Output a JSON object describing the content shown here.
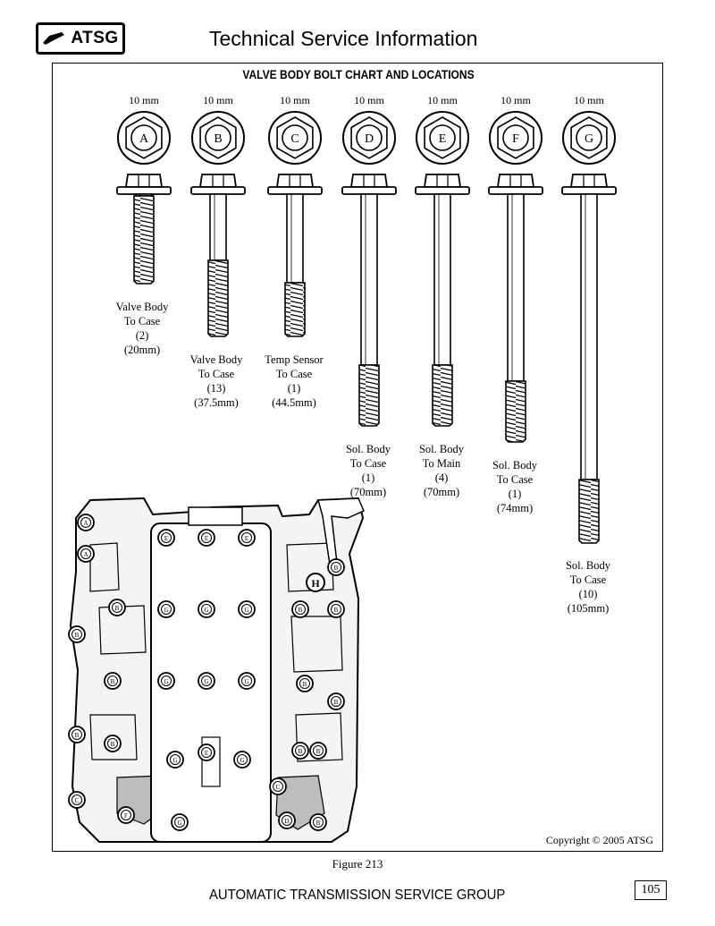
{
  "header": {
    "logo": "ATSG",
    "title": "Technical Service Information"
  },
  "chart": {
    "title": "VALVE BODY BOLT CHART AND LOCATIONS"
  },
  "bolts": [
    {
      "letter": "A",
      "size": "10 mm",
      "desc": [
        "Valve Body",
        "To Case",
        "(2)",
        "(20mm)"
      ]
    },
    {
      "letter": "B",
      "size": "10 mm",
      "desc": [
        "Valve Body",
        "To Case",
        "(13)",
        "(37.5mm)"
      ]
    },
    {
      "letter": "C",
      "size": "10 mm",
      "desc": [
        "Temp Sensor",
        "To Case",
        "(1)",
        "(44.5mm)"
      ]
    },
    {
      "letter": "D",
      "size": "10 mm",
      "desc": [
        "Sol. Body",
        "To Case",
        "(1)",
        "(70mm)"
      ]
    },
    {
      "letter": "E",
      "size": "10 mm",
      "desc": [
        "Sol. Body",
        "To Main",
        "(4)",
        "(70mm)"
      ]
    },
    {
      "letter": "F",
      "size": "10 mm",
      "desc": [
        "Sol. Body",
        "To Case",
        "(1)",
        "(74mm)"
      ]
    },
    {
      "letter": "G",
      "size": "10 mm",
      "desc": [
        "Sol. Body",
        "To Case",
        "(10)",
        "(105mm)"
      ]
    }
  ],
  "diagram": {
    "extra_label": "H"
  },
  "copyright": "Copyright © 2005 ATSG",
  "figure_caption": "Figure 213",
  "footer": {
    "text": "AUTOMATIC TRANSMISSION SERVICE GROUP",
    "page_number": "105"
  }
}
